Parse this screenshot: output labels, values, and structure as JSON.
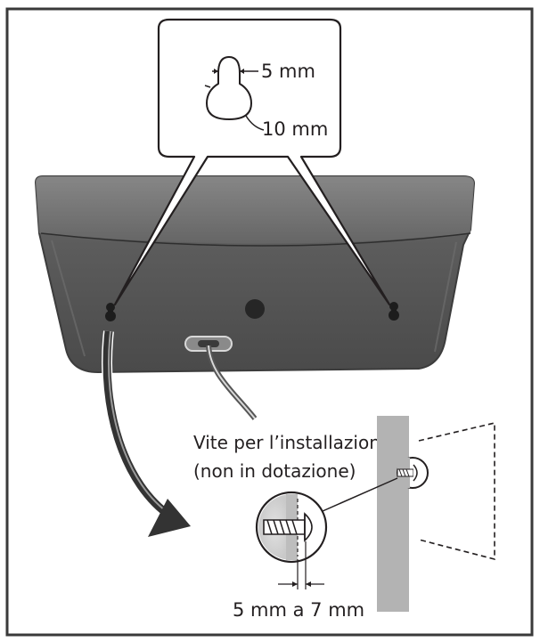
{
  "callout": {
    "slot_width_label": "5 mm",
    "head_diameter_label": "10 mm"
  },
  "screw_note": {
    "line1": "Vite per l’installazione",
    "line2": "(non in dotazione)"
  },
  "protrusion_label": "5 mm a 7 mm",
  "icons": {
    "keyhole": "keyhole-slot-icon",
    "screw": "screw-icon",
    "arrow": "curved-arrow-icon"
  },
  "colors": {
    "frame": "#3a3a3a",
    "device_body": "#555555",
    "wall": "#b3b3b3",
    "ink": "#231f20"
  }
}
